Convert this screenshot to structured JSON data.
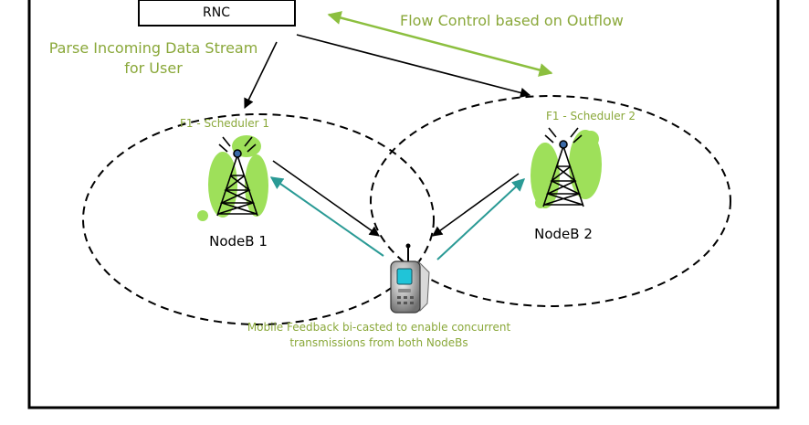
{
  "rnc": {
    "label": "RNC"
  },
  "flow_control": {
    "label": "Flow Control based on Outflow"
  },
  "parse_note": {
    "line1": "Parse Incoming Data Stream",
    "line2": "for User"
  },
  "nodes": [
    {
      "scheduler_label": "F1 - Scheduler 1",
      "name": "NodeB 1"
    },
    {
      "scheduler_label": "F1 - Scheduler 2",
      "name": "NodeB 2"
    }
  ],
  "mobile_note": {
    "line1": "Mobile Feedback bi-casted to enable concurrent",
    "line2": "transmissions from both NodeBs"
  },
  "colors": {
    "annotation_green": "#8aa83a",
    "arrow_green": "#8cbf3f",
    "blob_green": "#9ee05a",
    "teal": "#2a9a95",
    "black": "#000000"
  }
}
